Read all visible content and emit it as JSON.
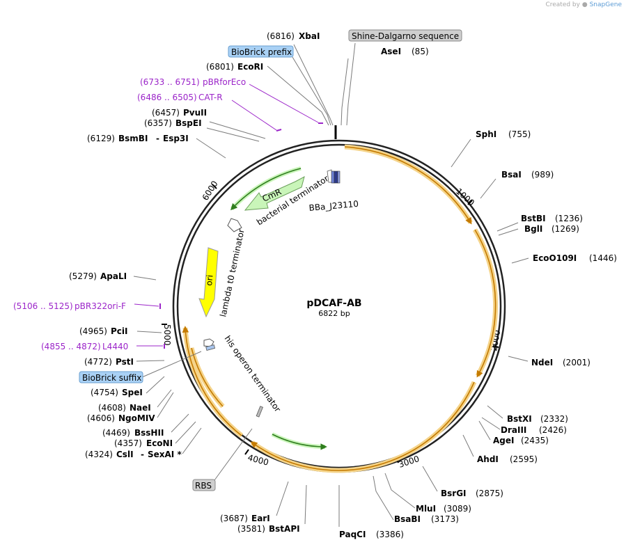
{
  "credit": {
    "prefix": "Created by",
    "brand": "SnapGene"
  },
  "plasmid": {
    "name": "pDCAF-AB",
    "size_label": "6822 bp",
    "length": 6822
  },
  "ticks": [
    "1000",
    "2000",
    "3000",
    "4000",
    "5000",
    "6000"
  ],
  "enzymes": [
    {
      "name": "XbaI",
      "pos": "(6816)"
    },
    {
      "name": "AseI",
      "pos": "(85)"
    },
    {
      "name": "EcoRI",
      "pos": "(6801)"
    },
    {
      "name": "PvuII",
      "pos": "(6457)"
    },
    {
      "name": "BspEI",
      "pos": "(6357)"
    },
    {
      "name": "BsmBI",
      "name2": "Esp3I",
      "pos": "(6129)"
    },
    {
      "name": "SphI",
      "pos": "(755)"
    },
    {
      "name": "BsaI",
      "pos": "(989)"
    },
    {
      "name": "BstBI",
      "pos": "(1236)"
    },
    {
      "name": "BglI",
      "pos": "(1269)"
    },
    {
      "name": "EcoO109I",
      "pos": "(1446)"
    },
    {
      "name": "NdeI",
      "pos": "(2001)"
    },
    {
      "name": "BstXI",
      "pos": "(2332)"
    },
    {
      "name": "DraIII",
      "pos": "(2426)"
    },
    {
      "name": "AgeI",
      "pos": "(2435)"
    },
    {
      "name": "AhdI",
      "pos": "(2595)"
    },
    {
      "name": "BsrGI",
      "pos": "(2875)"
    },
    {
      "name": "MluI",
      "pos": "(3089)"
    },
    {
      "name": "BsaBI",
      "pos": "(3173)"
    },
    {
      "name": "PaqCI",
      "pos": "(3386)"
    },
    {
      "name": "BstAPI",
      "pos": "(3581)"
    },
    {
      "name": "EarI",
      "pos": "(3687)"
    },
    {
      "name": "CslI",
      "name2": "SexAI *",
      "pos": "(4324)"
    },
    {
      "name": "EcoNI",
      "pos": "(4357)"
    },
    {
      "name": "BssHII",
      "pos": "(4469)"
    },
    {
      "name": "NgoMIV",
      "pos": "(4606)"
    },
    {
      "name": "NaeI",
      "pos": "(4608)"
    },
    {
      "name": "SpeI",
      "pos": "(4754)"
    },
    {
      "name": "PstI",
      "pos": "(4772)"
    },
    {
      "name": "PciI",
      "pos": "(4965)"
    },
    {
      "name": "ApaLI",
      "pos": "(5279)"
    }
  ],
  "primers": [
    {
      "range": "(6733 .. 6751)",
      "name": "pBRforEco"
    },
    {
      "range": "(6486 .. 6505)",
      "name": "CAT-R"
    },
    {
      "range": "(5106 .. 5125)",
      "name": "pBR322ori-F"
    },
    {
      "range": "(4855 .. 4872)",
      "name": "L4440"
    }
  ],
  "boxed_labels": [
    {
      "name": "Shine-Dalgarno sequence",
      "kind": "gray"
    },
    {
      "name": "BioBrick prefix",
      "kind": "blue"
    },
    {
      "name": "BioBrick suffix",
      "kind": "blue"
    },
    {
      "name": "RBS",
      "kind": "gray"
    }
  ],
  "features": [
    {
      "name": "CmR"
    },
    {
      "name": "bacterial terminator"
    },
    {
      "name": "BBa_J23110"
    },
    {
      "name": "ori"
    },
    {
      "name": "lambda t0 terminator"
    },
    {
      "name": "his operon terminator"
    }
  ],
  "colors": {
    "backbone": "#222222",
    "orf": "#f5a623",
    "cmr": "#c9f5b9",
    "ori": "#ffff00",
    "primer": "#9b24c9",
    "box_blue": "#a9d1f5",
    "box_gray": "#cfcfcf"
  }
}
